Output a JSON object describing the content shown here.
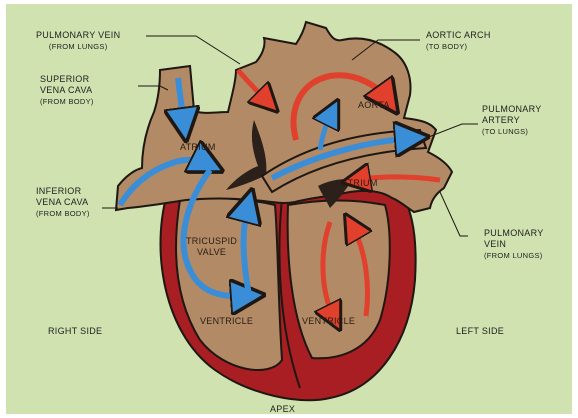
{
  "labels": {
    "pulmonary_vein_top": "PULMONARY VEIN",
    "pulmonary_vein_top_sub": "(FROM LUNGS)",
    "aortic_arch": "AORTIC ARCH",
    "aortic_arch_sub": "(TO BODY)",
    "superior_vena_cava_1": "SUPERIOR",
    "superior_vena_cava_2": "VENA CAVA",
    "superior_vena_cava_sub": "(FROM BODY)",
    "pulmonary_artery_1": "PULMONARY",
    "pulmonary_artery_2": "ARTERY",
    "pulmonary_artery_sub": "(TO LUNGS)",
    "inferior_vena_cava_1": "INFERIOR",
    "inferior_vena_cava_2": "VENA CAVA",
    "inferior_vena_cava_sub": "(FROM BODY)",
    "pulmonary_vein_right_1": "PULMONARY",
    "pulmonary_vein_right_2": "VEIN",
    "pulmonary_vein_right_sub": "(FROM LUNGS)",
    "right_side": "RIGHT SIDE",
    "left_side": "LEFT SIDE",
    "apex": "APEX",
    "aorta": "AORTA",
    "atrium_right": "ATRIUM",
    "atrium_left": "ATRIUM",
    "tricuspid_1": "TRICUSPID",
    "tricuspid_2": "VALVE",
    "ventricle_right": "VENTRICLE",
    "ventricle_left": "VENTRICLE"
  },
  "colors": {
    "background": "#cfe2b0",
    "heart_tissue": "#b28a66",
    "muscle_wall": "#a81e22",
    "deoxygenated_blood": "#3a8ed8",
    "oxygenated_blood": "#e0402c",
    "outline": "#1e1712"
  }
}
